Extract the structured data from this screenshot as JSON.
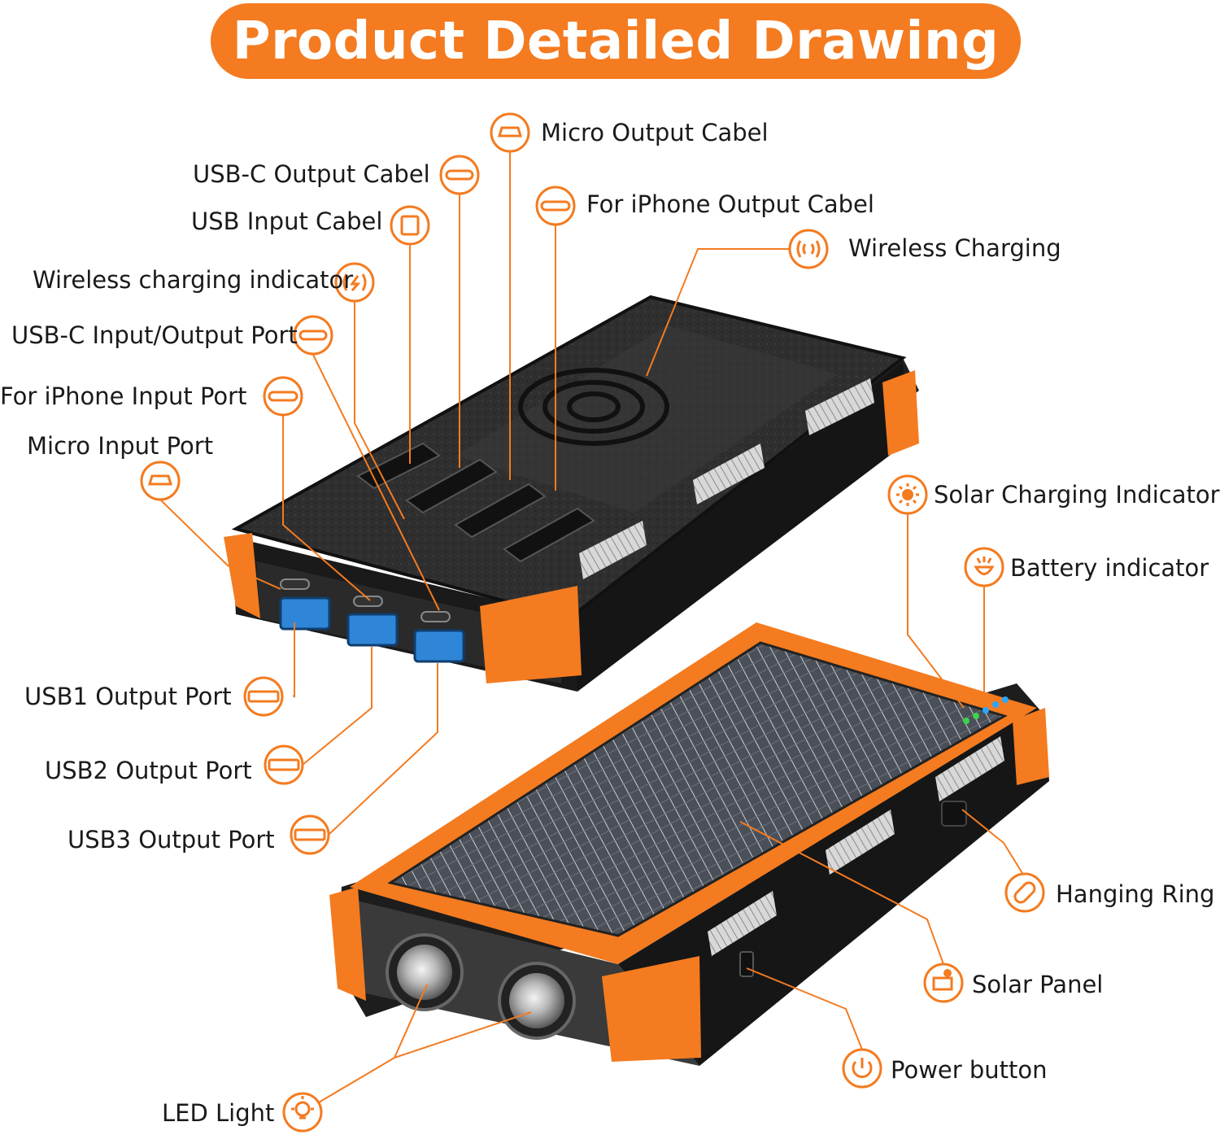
{
  "title": "Product Detailed Drawing",
  "colors": {
    "accent": "#f47b20",
    "body": "#2b2b2b",
    "text": "#1a1a1a",
    "usb_blue": "#2f86d8"
  },
  "labels": {
    "micro_output_cable": "Micro Output Cabel",
    "usbc_output_cable": "USB-C  Output Cabel",
    "iphone_output_cable": "For iPhone Output Cabel",
    "usb_input_cable": "USB  Input Cabel",
    "wireless_charging": "Wireless Charging",
    "wireless_indicator": "Wireless charging indicator",
    "usbc_io_port": "USB-C  Input/Output Port",
    "iphone_input_port": "For iPhone  Input Port",
    "micro_input_port": "Micro  Input Port",
    "solar_indicator": "Solar Charging Indicator",
    "battery_indicator": "Battery indicator",
    "usb1_output": "USB1 Output Port",
    "usb2_output": "USB2 Output Port",
    "usb3_output": "USB3 Output Port",
    "hanging_ring": "Hanging Ring",
    "solar_panel": "Solar Panel",
    "power_button": "Power button",
    "led_light": "LED Light"
  },
  "icons": {
    "micro_output_cable": "micro-usb-icon",
    "usbc_output_cable": "usb-c-icon",
    "iphone_output_cable": "lightning-icon",
    "usb_input_cable": "usb-a-icon",
    "wireless_charging": "wireless-icon",
    "wireless_indicator": "wireless-icon",
    "usbc_io_port": "usb-c-icon",
    "iphone_input_port": "lightning-icon",
    "micro_input_port": "micro-usb-icon",
    "solar_indicator": "sun-icon",
    "battery_indicator": "battery-indicator-icon",
    "usb1_output": "usb-a-icon",
    "usb2_output": "usb-a-icon",
    "usb3_output": "usb-a-icon",
    "hanging_ring": "carabiner-icon",
    "solar_panel": "solar-panel-icon",
    "power_button": "power-icon",
    "led_light": "bulb-icon"
  }
}
